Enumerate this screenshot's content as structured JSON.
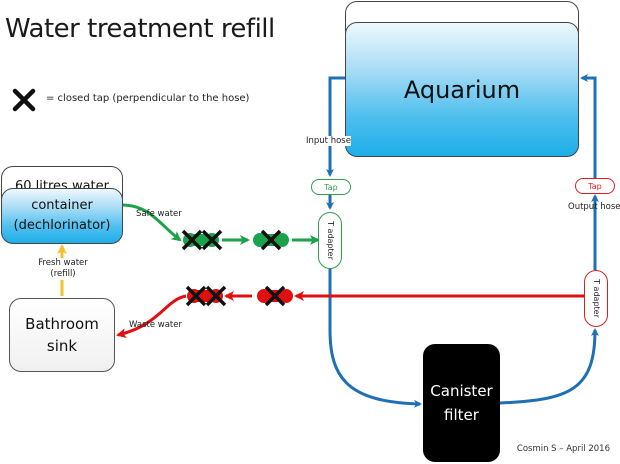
{
  "title": "Water treatment refill",
  "legend": {
    "icon": "x-mark-icon",
    "text": "= closed tap (perpendicular to the hose)"
  },
  "nodes": {
    "aquarium": {
      "label": "Aquarium"
    },
    "container": {
      "label_line1": "60 litres water",
      "label_line2": "container",
      "label_line3": "(dechlorinator)"
    },
    "sink": {
      "label_line1": "Bathroom",
      "label_line2": "sink"
    },
    "filter": {
      "label_line1": "Canister",
      "label_line2": "filter"
    },
    "input_tap": {
      "label": "Tap",
      "color": "#2e9e4f"
    },
    "output_tap": {
      "label": "Tap",
      "color": "#d62020"
    },
    "input_t_adapter": {
      "label": "T adapter"
    },
    "output_t_adapter": {
      "label": "T adapter"
    }
  },
  "edge_labels": {
    "input_hose": "Input hose",
    "output_hose": "Output hose",
    "safe_water": "Safe water",
    "waste_water": "Waste water",
    "fresh_water_line1": "Fresh water",
    "fresh_water_line2": "(refill)"
  },
  "colors": {
    "hose": "#1f6fb5",
    "safe": "#1aa34a",
    "waste": "#e01010",
    "fresh": "#f2c12e"
  },
  "credit": "Cosmin S – April 2016"
}
